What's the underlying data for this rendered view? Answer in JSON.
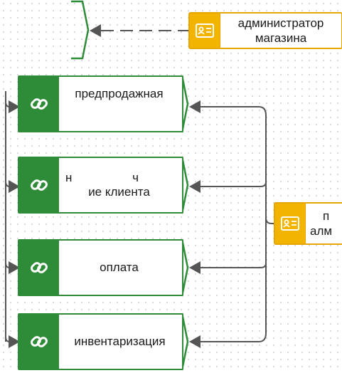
{
  "roles": {
    "store_admin": {
      "line1": "администратор",
      "line2": "магазина"
    },
    "truncated_admin": {
      "line1": "п",
      "line2": "алм"
    }
  },
  "processes": {
    "presale": {
      "label": "предпродажная"
    },
    "client": {
      "line1": "н ч",
      "line2": "ие клиента"
    },
    "payment": {
      "label": "оплата"
    },
    "inventory": {
      "label": "инвентаризация"
    }
  },
  "colors": {
    "process_green": "#2e8b38",
    "role_yellow": "#f3b400",
    "connector": "#555555"
  },
  "icons": {
    "process": "link-icon",
    "role": "id-badge-icon"
  }
}
